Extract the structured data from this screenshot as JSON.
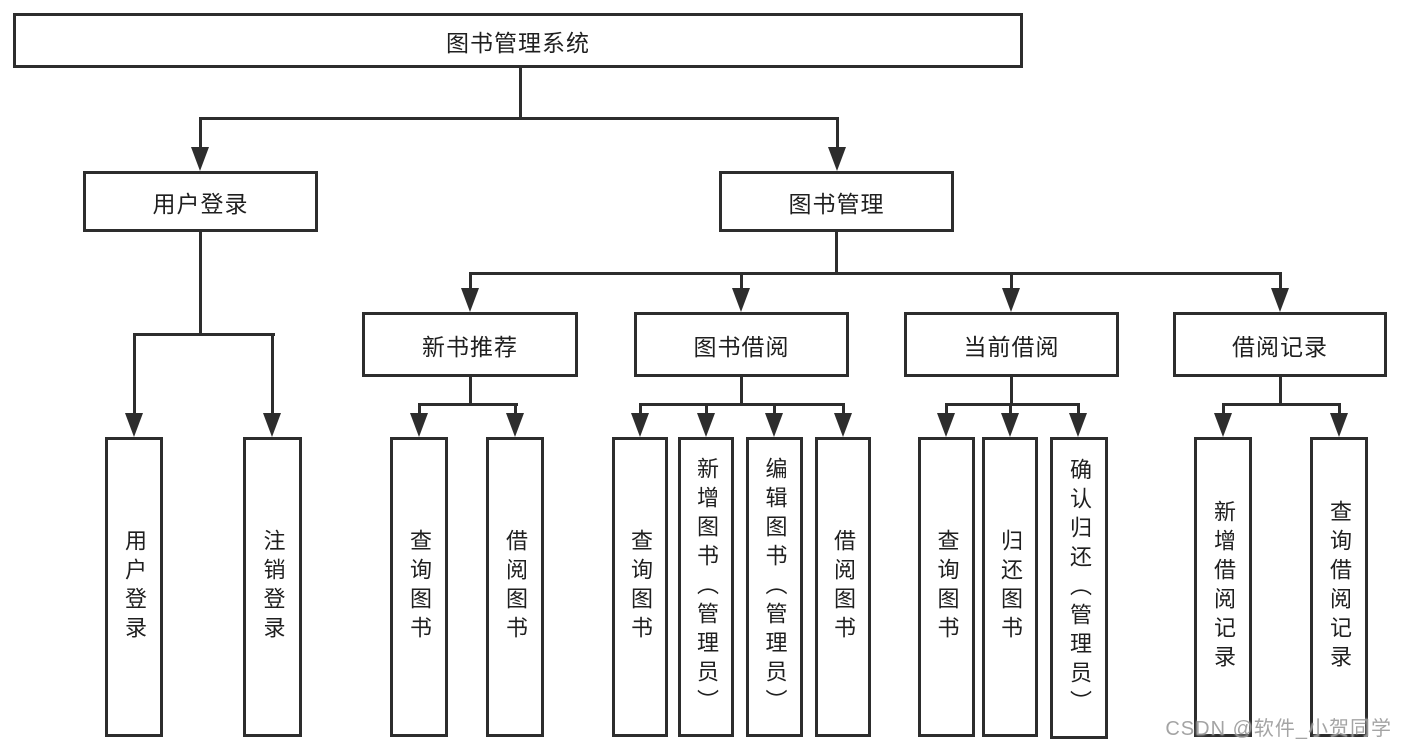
{
  "diagram": {
    "root": {
      "label": "图书管理系统"
    },
    "level2": [
      {
        "label": "用户登录"
      },
      {
        "label": "图书管理"
      }
    ],
    "login_children": [
      {
        "label": "用户登录"
      },
      {
        "label": "注销登录"
      }
    ],
    "level3": [
      {
        "label": "新书推荐"
      },
      {
        "label": "图书借阅"
      },
      {
        "label": "当前借阅"
      },
      {
        "label": "借阅记录"
      }
    ],
    "recommend_children": [
      {
        "label": "查询图书"
      },
      {
        "label": "借阅图书"
      }
    ],
    "borrow_children": [
      {
        "label": "查询图书"
      },
      {
        "label": "新增图书（管理员）"
      },
      {
        "label": "编辑图书（管理员）"
      },
      {
        "label": "借阅图书"
      }
    ],
    "current_children": [
      {
        "label": "查询图书"
      },
      {
        "label": "归还图书"
      },
      {
        "label": "确认归还（管理员）"
      }
    ],
    "record_children": [
      {
        "label": "新增借阅记录"
      },
      {
        "label": "查询借阅记录"
      }
    ]
  },
  "watermark": {
    "text": "CSDN @软件_小贺同学"
  },
  "colors": {
    "line": "#2d2d2d",
    "text": "#1f1f1f",
    "background": "#ffffff",
    "watermark": "#9b9b9b"
  }
}
